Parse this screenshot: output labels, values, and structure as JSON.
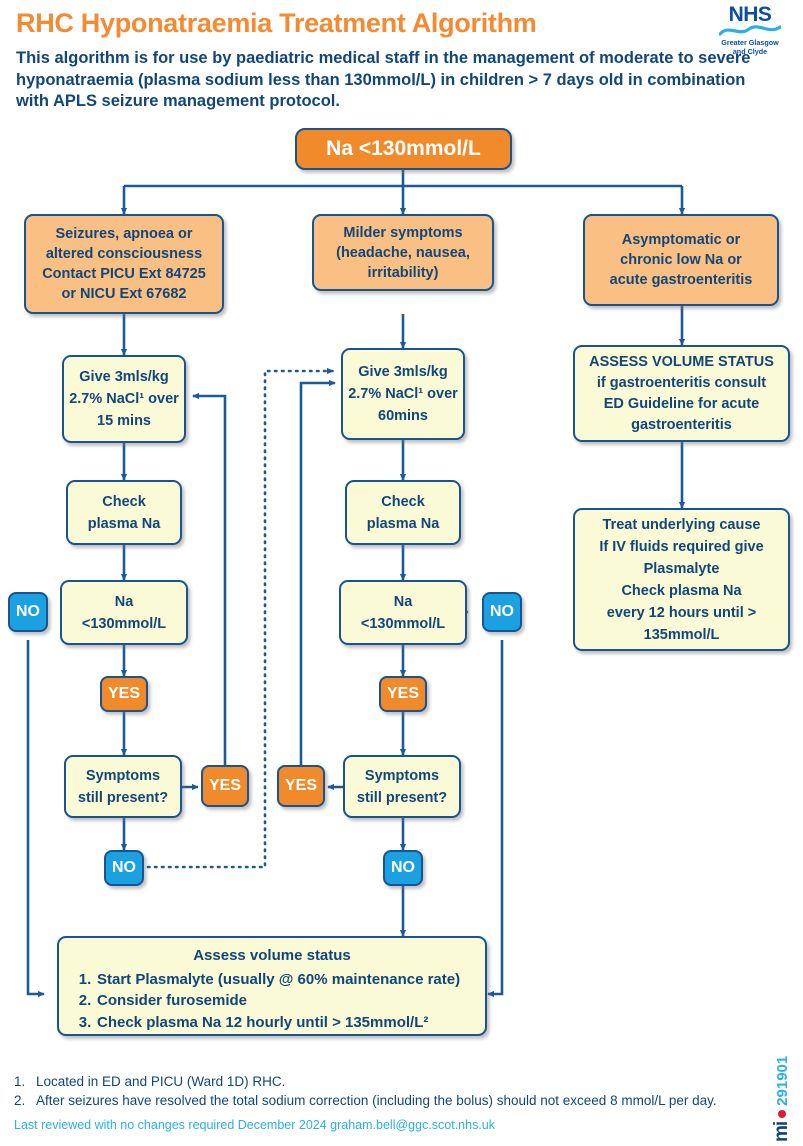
{
  "header": {
    "title": "RHC Hyponatraemia Treatment Algorithm",
    "intro": "This algorithm is for use by paediatric medical staff in the management of moderate to severe hyponatraemia (plasma sodium less than 130mmol/L) in children > 7 days old in combination with APLS seizure management protocol.",
    "logo": {
      "word": "NHS",
      "sub_line1": "Greater Glasgow",
      "sub_line2": "and Clyde"
    }
  },
  "colors": {
    "title_orange": "#f68a33",
    "text_navy": "#11467b",
    "border_blue": "#18548f",
    "orange_head": "#f08a2a",
    "orange_soft": "#fac083",
    "cream": "#fbfad7",
    "badge_no_blue": "#1ba1e2",
    "badge_yes_orange": "#f08a2a",
    "review_blue": "#29b0e8",
    "red_dot": "#d81f32"
  },
  "nodes": {
    "start": {
      "label": "Na <130mmol/L"
    },
    "branch_left": {
      "lines": [
        "Seizures, apnoea or",
        "altered consciousness",
        "Contact PICU Ext 84725",
        "or NICU Ext 67682"
      ]
    },
    "branch_mid": {
      "lines": [
        "Milder symptoms",
        "(headache, nausea,",
        "irritability)"
      ]
    },
    "branch_right": {
      "lines": [
        "Asymptomatic or",
        "chronic low Na or",
        "acute gastroenteritis"
      ]
    },
    "left_give": {
      "lines": [
        "Give 3mls/kg",
        "2.7% NaCl¹ over",
        "15 mins"
      ]
    },
    "left_check": {
      "lines": [
        "Check",
        "plasma Na"
      ]
    },
    "left_na": {
      "lines": [
        "Na",
        "<130mmol/L"
      ]
    },
    "left_symptoms": {
      "lines": [
        "Symptoms",
        "still present?"
      ]
    },
    "mid_give": {
      "lines": [
        "Give 3mls/kg",
        "2.7% NaCl¹ over",
        "60mins"
      ]
    },
    "mid_check": {
      "lines": [
        "Check",
        "plasma Na"
      ]
    },
    "mid_na": {
      "lines": [
        "Na",
        "<130mmol/L"
      ]
    },
    "mid_symptoms": {
      "lines": [
        "Symptoms",
        "still present?"
      ]
    },
    "right_assess": {
      "lines": [
        "ASSESS VOLUME STATUS",
        "if gastroenteritis consult",
        "ED Guideline for acute",
        "gastroenteritis"
      ]
    },
    "right_treat": {
      "lines": [
        "Treat underlying cause",
        "If IV fluids required give",
        "Plasmalyte",
        "Check plasma Na",
        "every 12 hours until >",
        "135mmol/L"
      ]
    },
    "final": {
      "heading": "Assess volume status",
      "items": [
        {
          "num": "1.",
          "text": "Start Plasmalyte (usually @ 60% maintenance rate)"
        },
        {
          "num": "2.",
          "text": "Consider furosemide"
        },
        {
          "num": "3.",
          "text": "Check plasma Na 12 hourly until > 135mmol/L²"
        }
      ]
    }
  },
  "badges": {
    "left_no_1": "NO",
    "left_yes_1": "YES",
    "left_no_2": "NO",
    "left_yes_loop": "YES",
    "mid_no_1": "NO",
    "mid_yes_1": "YES",
    "mid_no_2": "NO",
    "mid_yes_loop": "YES"
  },
  "footnotes": [
    {
      "num": "1.",
      "text": "Located in ED and PICU (Ward 1D) RHC."
    },
    {
      "num": "2.",
      "text": "After seizures have resolved the total sodium correction (including the bolus) should not exceed 8 mmol/L per day."
    }
  ],
  "review_line": "Last reviewed with no changes required December 2024 graham.bell@ggc.scot.nhs.uk",
  "side_code": {
    "prefix": "mi",
    "number": "291901"
  }
}
